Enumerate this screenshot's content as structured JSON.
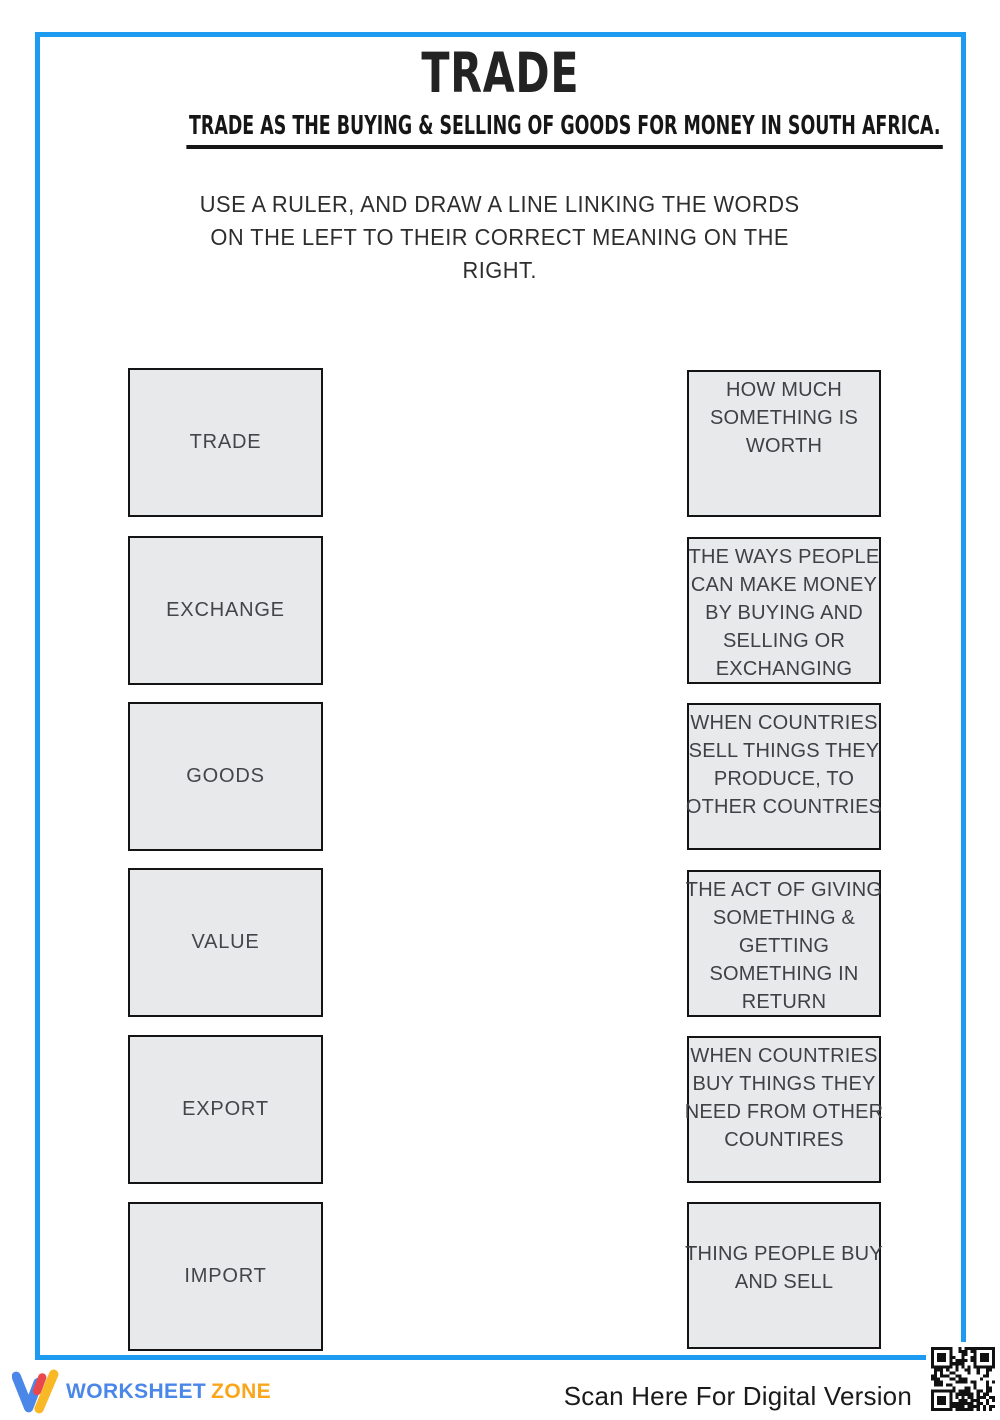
{
  "header": {
    "title": "TRADE",
    "subtitle": "TRADE AS THE BUYING & SELLING OF GOODS FOR MONEY IN SOUTH AFRICA.",
    "instructions": "USE A RULER, AND DRAW A LINE LINKING THE WORDS\nON THE LEFT TO THEIR CORRECT MEANING ON THE\nRIGHT."
  },
  "matching": {
    "terms": [
      "TRADE",
      "EXCHANGE",
      "GOODS",
      "VALUE",
      "EXPORT",
      "IMPORT"
    ],
    "definitions": [
      "HOW MUCH\nSOMETHING IS\nWORTH",
      "THE WAYS PEOPLE\nCAN MAKE MONEY\nBY BUYING AND\nSELLING OR\nEXCHANGING",
      "WHEN COUNTRIES\nSELL THINGS THEY\nPRODUCE, TO\nOTHER COUNTRIES",
      "THE ACT OF GIVING\nSOMETHING &\nGETTING\nSOMETHING IN\nRETURN",
      "WHEN COUNTRIES\nBUY THINGS THEY\nNEED FROM OTHER\nCOUNTIRES",
      "THING PEOPLE BUY\nAND SELL"
    ]
  },
  "footer": {
    "brand_word1": "WORKSHEET",
    "brand_word2": "ZONE",
    "scan_text": "Scan Here For Digital Version"
  },
  "colors": {
    "page_border_blue": "#1d9bf1",
    "box_fill": "#e8e9eb",
    "box_border": "#141414",
    "box_text": "#3f4145",
    "brand_blue": "#4a87e8",
    "brand_orange": "#f9a61a"
  }
}
